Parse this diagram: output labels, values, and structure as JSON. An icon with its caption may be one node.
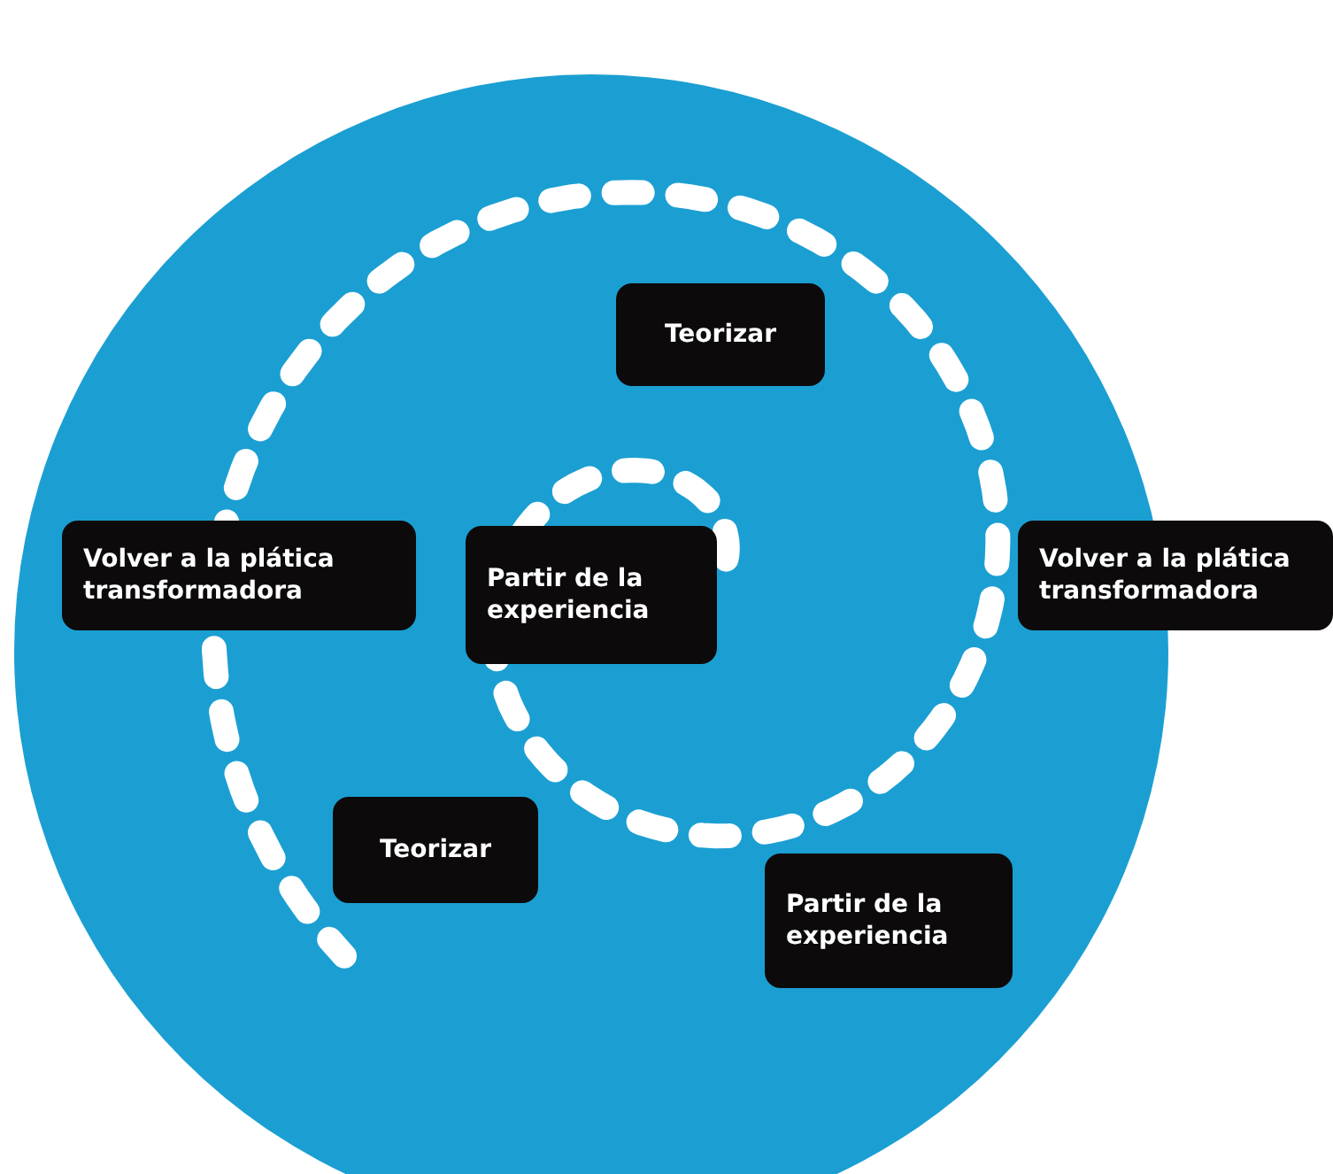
{
  "diagram": {
    "nodes": [
      {
        "text": [],
        "shape": "circle"
      },
      {
        "text": [
          "Teorizar"
        ],
        "in": 0
      },
      {
        "text": [
          "Volver a la plática transformadora"
        ],
        "in": 0
      },
      {
        "text": [
          "Partir de la experiencia"
        ],
        "in": 0
      },
      {
        "text": [
          "Volver a la plática transformadora"
        ]
      },
      {
        "text": [
          "Teorizar"
        ],
        "in": 0
      },
      {
        "text": [
          "Partir de la experiencia"
        ],
        "in": 0
      }
    ]
  }
}
